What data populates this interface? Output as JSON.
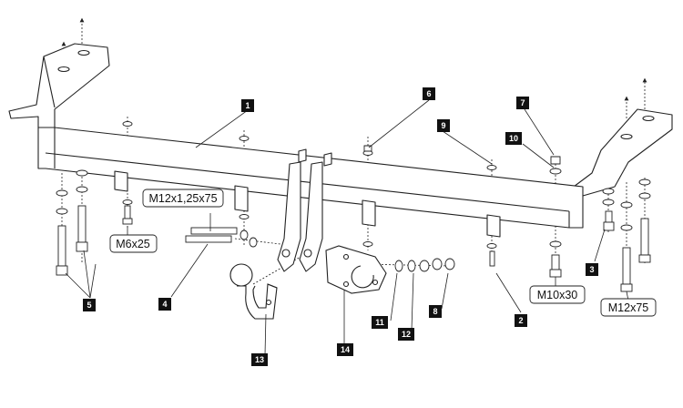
{
  "diagram": {
    "parts": [
      {
        "id": "part-1",
        "number": "1"
      },
      {
        "id": "part-2",
        "number": "2"
      },
      {
        "id": "part-3",
        "number": "3"
      },
      {
        "id": "part-4",
        "number": "4"
      },
      {
        "id": "part-5",
        "number": "5"
      },
      {
        "id": "part-6",
        "number": "6"
      },
      {
        "id": "part-7",
        "number": "7"
      },
      {
        "id": "part-8",
        "number": "8"
      },
      {
        "id": "part-9",
        "number": "9"
      },
      {
        "id": "part-10",
        "number": "10"
      },
      {
        "id": "part-11",
        "number": "11"
      },
      {
        "id": "part-12",
        "number": "12"
      },
      {
        "id": "part-13",
        "number": "13"
      },
      {
        "id": "part-14",
        "number": "14"
      }
    ],
    "bolt_specs": {
      "m12x125x75": "M12x1,25x75",
      "m6x25": "M6x25",
      "m10x30": "M10x30",
      "m12x75": "M12x75"
    },
    "colors": {
      "line": "#222222",
      "label_box": "#111111",
      "label_text": "#ffffff",
      "background": "#ffffff"
    }
  }
}
